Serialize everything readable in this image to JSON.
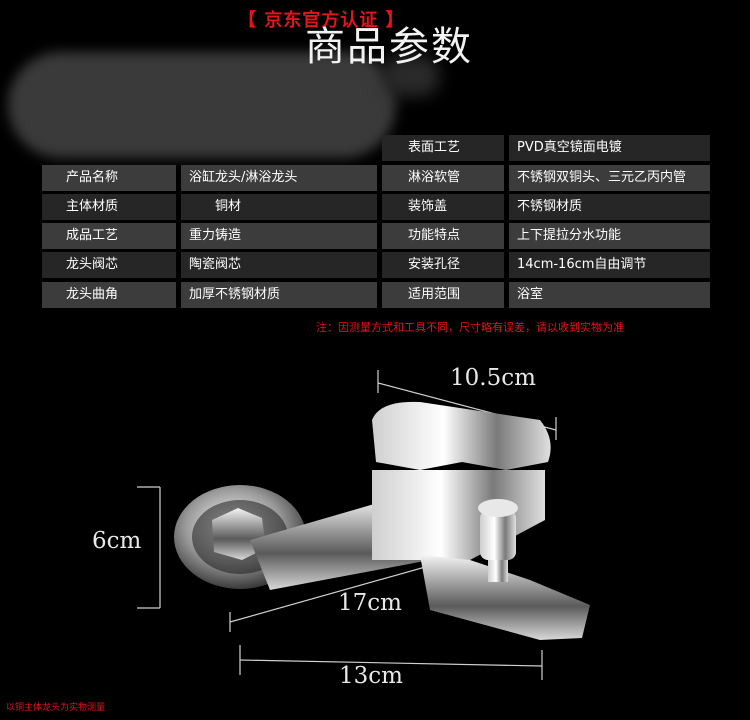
{
  "badge": "【 京东官方认证 】",
  "title": "商品参数",
  "params": [
    {
      "k1": "",
      "v1": "",
      "k2": "表面工艺",
      "v2": "PVD真空镜面电镀"
    },
    {
      "k1": "产品名称",
      "v1": "浴缸龙头/淋浴龙头",
      "k2": "淋浴软管",
      "v2": "不锈钢双铜头、三元乙丙内管"
    },
    {
      "k1": "主体材质",
      "v1": "铜材",
      "k2": "装饰盖",
      "v2": "不锈钢材质"
    },
    {
      "k1": "成品工艺",
      "v1": "重力铸造",
      "k2": "功能特点",
      "v2": "上下提拉分水功能"
    },
    {
      "k1": "龙头阀芯",
      "v1": "陶瓷阀芯",
      "k2": "安装孔径",
      "v2": "14cm-16cm自由调节"
    },
    {
      "k1": "龙头曲角",
      "v1": "加厚不锈钢材质",
      "k2": "适用范围",
      "v2": "浴室"
    }
  ],
  "note": "注：因测量方式和工具不同，尺寸略有误差，请以收到实物为准",
  "dimensions": {
    "top": "10.5cm",
    "left": "6cm",
    "diagonal": "17cm",
    "bottom": "13cm"
  },
  "footer": "以铜主体龙头为实物测量"
}
